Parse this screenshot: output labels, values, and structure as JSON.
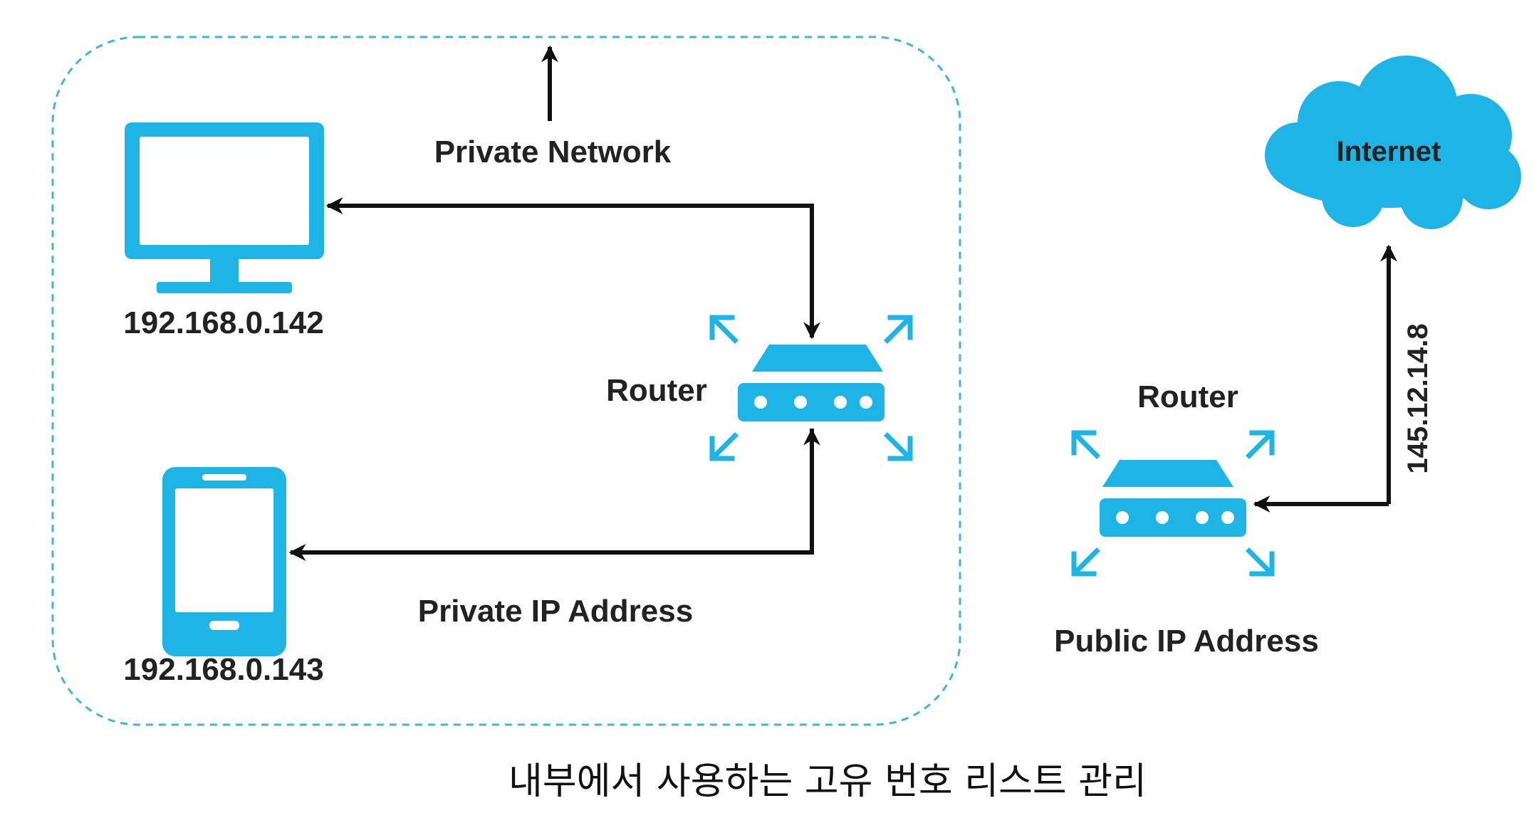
{
  "colors": {
    "accent": "#1EB4E6",
    "line": "#111111",
    "boundary": "#3BB6E0",
    "text": "#222222"
  },
  "labels": {
    "private_network": "Private Network",
    "internet": "Internet",
    "monitor_ip": "192.168.0.142",
    "phone_ip": "192.168.0.143",
    "router_private": "Router",
    "router_public": "Router",
    "private_ip_address": "Private IP Address",
    "public_ip_address": "Public IP Address",
    "public_ip_value": "145.12.14.8",
    "caption": "내부에서 사용하는 고유 번호 리스트 관리"
  },
  "icons": [
    "monitor-icon",
    "smartphone-icon",
    "router-icon",
    "cloud-icon"
  ]
}
